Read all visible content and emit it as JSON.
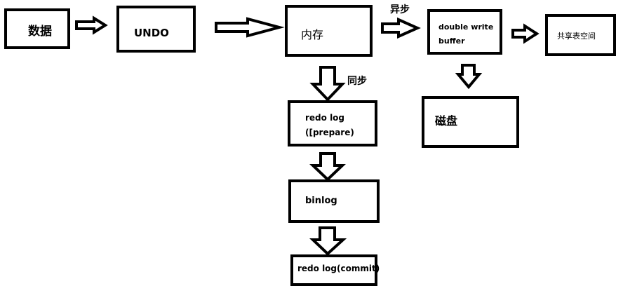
{
  "diagram": {
    "nodes": {
      "data": "数据",
      "undo": "UNDO",
      "memory": "内存",
      "dwb_line1": "double write",
      "dwb_line2": "buffer",
      "shared_tablespace": "共享表空间",
      "disk": "磁盘",
      "redo_prepare_line1": "redo log",
      "redo_prepare_line2": "([prepare)",
      "binlog": "binlog",
      "redo_commit": "redo log(commit)"
    },
    "edge_labels": {
      "async": "异步",
      "sync": "同步"
    }
  }
}
